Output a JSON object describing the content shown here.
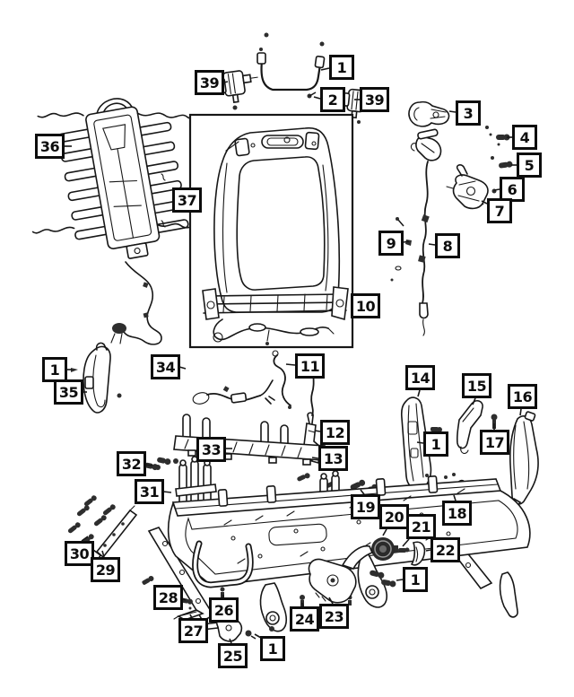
{
  "diagram": {
    "colors": {
      "ink": "#171717",
      "background": "#ffffff"
    },
    "callouts": [
      {
        "label": "36"
      },
      {
        "label": "37"
      },
      {
        "label": "39"
      },
      {
        "label": "1"
      },
      {
        "label": "2"
      },
      {
        "label": "39"
      },
      {
        "label": "3"
      },
      {
        "label": "4"
      },
      {
        "label": "5"
      },
      {
        "label": "6"
      },
      {
        "label": "7"
      },
      {
        "label": "9"
      },
      {
        "label": "8"
      },
      {
        "label": "10"
      },
      {
        "label": "1"
      },
      {
        "label": "35"
      },
      {
        "label": "34"
      },
      {
        "label": "11"
      },
      {
        "label": "12"
      },
      {
        "label": "13"
      },
      {
        "label": "33"
      },
      {
        "label": "32"
      },
      {
        "label": "31"
      },
      {
        "label": "14"
      },
      {
        "label": "15"
      },
      {
        "label": "16"
      },
      {
        "label": "1"
      },
      {
        "label": "17"
      },
      {
        "label": "19"
      },
      {
        "label": "20"
      },
      {
        "label": "21"
      },
      {
        "label": "18"
      },
      {
        "label": "22"
      },
      {
        "label": "1"
      },
      {
        "label": "24"
      },
      {
        "label": "23"
      },
      {
        "label": "30"
      },
      {
        "label": "29"
      },
      {
        "label": "28"
      },
      {
        "label": "26"
      },
      {
        "label": "27"
      },
      {
        "label": "25"
      },
      {
        "label": "1"
      }
    ]
  }
}
